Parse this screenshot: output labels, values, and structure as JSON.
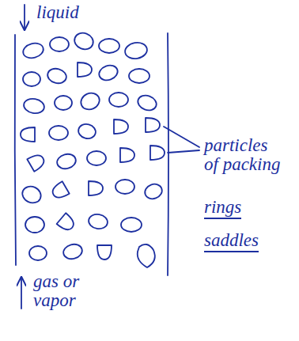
{
  "diagram": {
    "labels": [
      "liquid",
      "particles of packing",
      "rings",
      "saddles",
      "gas or vapor"
    ]
  }
}
